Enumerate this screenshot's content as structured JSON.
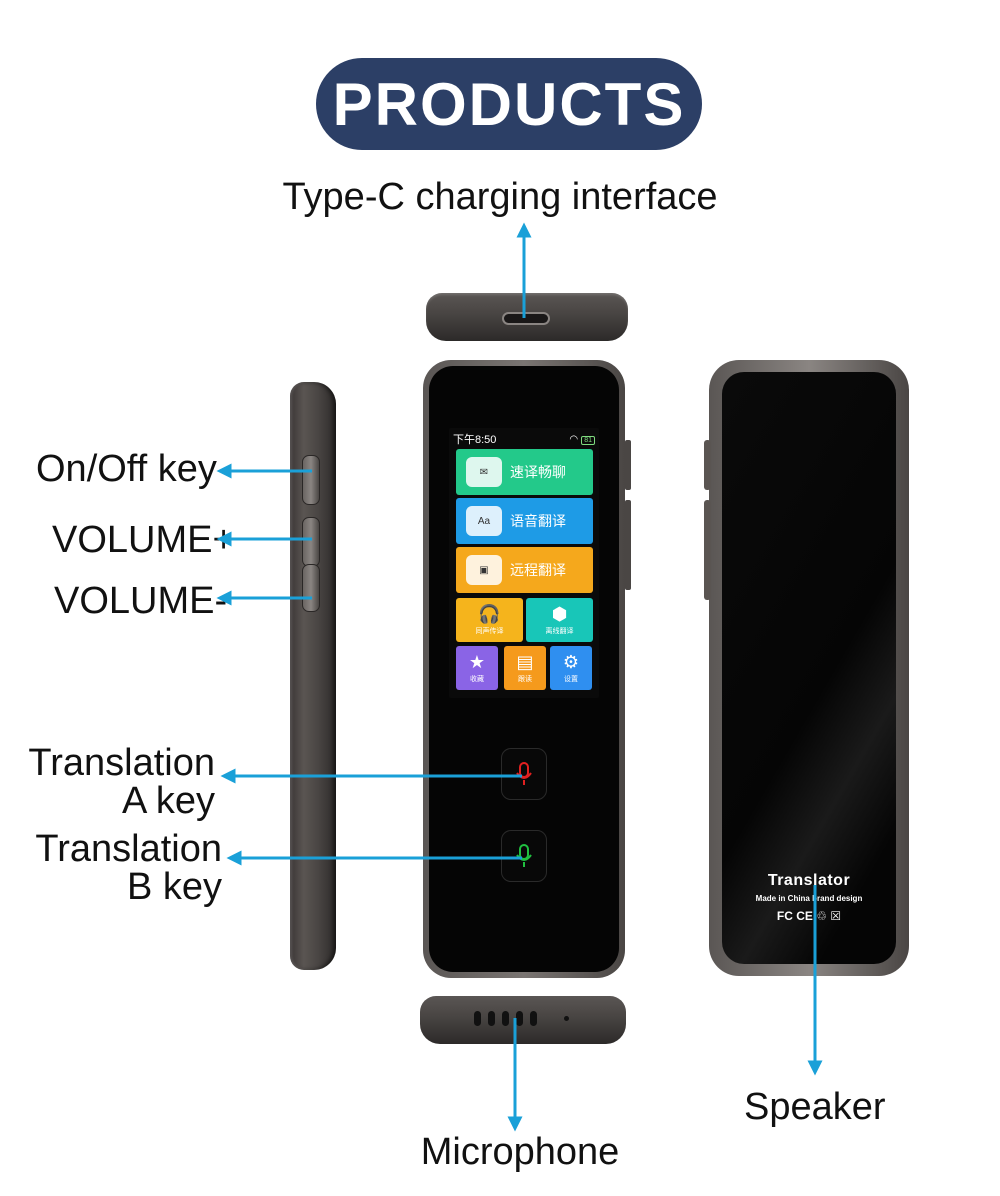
{
  "header": {
    "badge": "PRODUCTS"
  },
  "labels": {
    "typec": "Type-C charging interface",
    "onoff": "On/Off key",
    "volume_plus": "VOLUME+",
    "volume_minus": "VOLUME-",
    "translation_a_line1": "Translation",
    "translation_a_line2": "A key",
    "translation_b_line1": "Translation",
    "translation_b_line2": "B key",
    "speaker": "Speaker",
    "microphone": "Microphone"
  },
  "screen": {
    "time": "下午8:50",
    "battery": "81",
    "tiles": [
      {
        "label": "速译畅聊",
        "icon": "chat-icon",
        "color": "#23c98a"
      },
      {
        "label": "语音翻译",
        "icon": "speech-bubble-icon",
        "color": "#1e9be6"
      },
      {
        "label": "远程翻译",
        "icon": "scan-icon",
        "color": "#f5a81c"
      },
      {
        "label": "同声传译",
        "icon": "headset-icon",
        "color": "#f5b41c"
      },
      {
        "label": "离线翻译",
        "icon": "box-icon",
        "color": "#18c6b8"
      },
      {
        "label": "收藏",
        "icon": "star-icon",
        "color": "#8a64e6"
      },
      {
        "label": "跟读",
        "icon": "book-icon",
        "color": "#f59a1c"
      },
      {
        "label": "设置",
        "icon": "gear-icon",
        "color": "#2f8ff0"
      }
    ]
  },
  "back": {
    "title": "Translator",
    "subtitle": "Made in China brand design",
    "marks": "FC CE ♲ ☒"
  },
  "colors": {
    "badge": "#2c3f66",
    "arrow": "#1aa0d8",
    "key_a": "#e02020",
    "key_b": "#20c040"
  }
}
